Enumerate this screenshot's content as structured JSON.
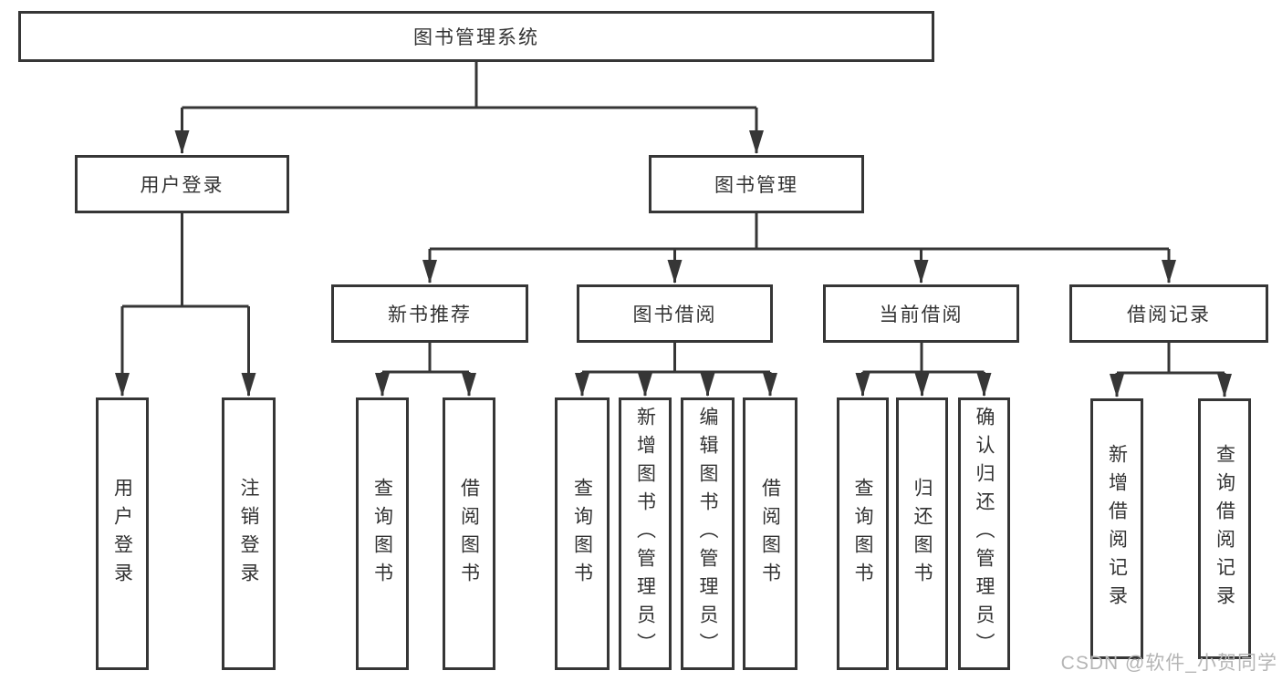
{
  "colors": {
    "background": "#ffffff",
    "line": "#363636",
    "box_border": "#363636",
    "text": "#333333",
    "watermark": "#b5b5b5"
  },
  "watermark": {
    "text": "CSDN @软件_小贺同学"
  },
  "tree": {
    "root": {
      "label": "图书管理系统"
    },
    "children": [
      {
        "label": "用户登录",
        "children": [
          {
            "label": "用户登录"
          },
          {
            "label": "注销登录"
          }
        ]
      },
      {
        "label": "图书管理",
        "children": [
          {
            "label": "新书推荐",
            "children": [
              {
                "label": "查询图书"
              },
              {
                "label": "借阅图书"
              }
            ]
          },
          {
            "label": "图书借阅",
            "children": [
              {
                "label": "查询图书"
              },
              {
                "label": "新增图书（管理员）"
              },
              {
                "label": "编辑图书（管理员）"
              },
              {
                "label": "借阅图书"
              }
            ]
          },
          {
            "label": "当前借阅",
            "children": [
              {
                "label": "查询图书"
              },
              {
                "label": "归还图书"
              },
              {
                "label": "确认归还（管理员）"
              }
            ]
          },
          {
            "label": "借阅记录",
            "children": [
              {
                "label": "新增借阅记录"
              },
              {
                "label": "查询借阅记录"
              }
            ]
          }
        ]
      }
    ]
  }
}
